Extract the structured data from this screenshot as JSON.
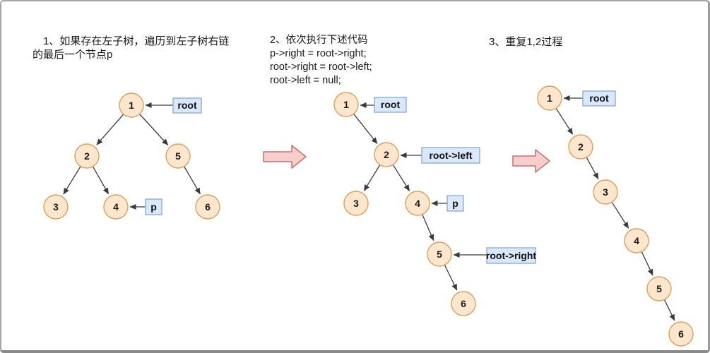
{
  "steps": [
    {
      "lines": [
        "1、如果存在左子树，遍历到左子树右链",
        "的最后一个节点p"
      ]
    },
    {
      "lines": [
        "2、依次执行下述代码",
        "p->right = root->right;",
        "root->right = root->left;",
        "root->left = null;"
      ]
    },
    {
      "lines": [
        "3、重复1,2过程"
      ]
    }
  ],
  "tree1": {
    "nodes": {
      "n1": "1",
      "n2": "2",
      "n3": "3",
      "n4": "4",
      "n5": "5",
      "n6": "6"
    },
    "labels": {
      "root": "root",
      "p": "p"
    }
  },
  "tree2": {
    "nodes": {
      "n1": "1",
      "n2": "2",
      "n3": "3",
      "n4": "4",
      "n5": "5",
      "n6": "6"
    },
    "labels": {
      "root": "root",
      "root_left": "root->left",
      "p": "p",
      "root_right": "root->right"
    }
  },
  "tree3": {
    "nodes": {
      "n1": "1",
      "n2": "2",
      "n3": "3",
      "n4": "4",
      "n5": "5",
      "n6": "6"
    },
    "labels": {
      "root": "root"
    }
  },
  "colors": {
    "node_fill": "#ffe6cc",
    "node_stroke": "#d9a05b",
    "label_fill": "#dae8fc",
    "label_stroke": "#8aa7cc",
    "step_arrow_fill": "#f8cecc",
    "step_arrow_stroke": "#c4706c",
    "edge": "#3a3a3a"
  }
}
